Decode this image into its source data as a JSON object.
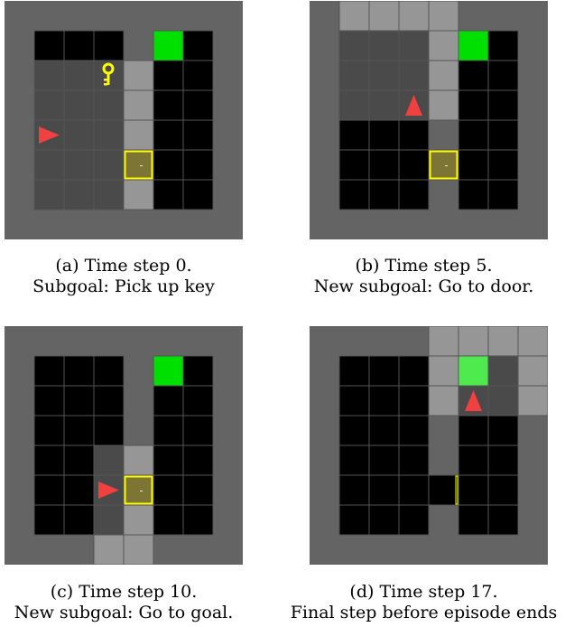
{
  "panels": [
    {
      "caption_line1": "(a) Time step 0.",
      "caption_line2": "Subgoal: Pick up key",
      "grid": [
        "WWWWWWWW",
        "WBBBWGBW",
        "WDDDLBBW",
        "WDDDLBBW",
        "WDDDLBBW",
        "WDDDYBBW",
        "WDDDLBBW",
        "WWWWWWWW"
      ],
      "agent": {
        "row": 4,
        "col": 1,
        "dir": "right"
      },
      "key": {
        "row": 2,
        "col": 3
      },
      "door": {
        "row": 5,
        "col": 4,
        "state": "closed",
        "symbol": "-"
      }
    },
    {
      "caption_line1": "(b) Time step 5.",
      "caption_line2": "New subgoal: Go to door.",
      "grid": [
        "WLLLLWWW",
        "WDDDLGBW",
        "WDDDLBBW",
        "WDDDLBBW",
        "WBBBWBBW",
        "WBBBYBBW",
        "WBBBWBBW",
        "WWWWWWWW"
      ],
      "agent": {
        "row": 3,
        "col": 3,
        "dir": "up"
      },
      "door": {
        "row": 5,
        "col": 4,
        "state": "closed",
        "symbol": "-"
      }
    },
    {
      "caption_line1": "(c) Time step 10.",
      "caption_line2": "New subgoal: Go to goal.",
      "grid": [
        "WWWWWWWW",
        "WBBBWGBW",
        "WBBBWBBW",
        "WBBBWBBW",
        "WBBDLBBW",
        "WBBDYBBW",
        "WBBDLBBW",
        "WWWLLWWW"
      ],
      "agent": {
        "row": 5,
        "col": 3,
        "dir": "right"
      },
      "door": {
        "row": 5,
        "col": 4,
        "state": "closed",
        "symbol": "-"
      }
    },
    {
      "caption_line1": "(d) Time step 17.",
      "caption_line2": "Final step before episode ends",
      "grid": [
        "WWWWLLLL",
        "WBBBLGDL",
        "WBBBLDDL",
        "WBBBWBBW",
        "WBBBWBBW",
        "WBBBOBBW",
        "WBBBWBBW",
        "WWWWWWWW"
      ],
      "agent": {
        "row": 2,
        "col": 5,
        "dir": "up"
      },
      "door": {
        "row": 5,
        "col": 4,
        "state": "open"
      }
    }
  ],
  "colors": {
    "wall": "#646464",
    "black": "#000000",
    "dark": "#4a4a4a",
    "light": "#969696",
    "goal": "#00e000",
    "goal_visible": "#4eea4e",
    "door_yellow": "#ffff00",
    "door_fill": "#7d7534",
    "agent_red": "#f04040",
    "grid_line": "#555555"
  }
}
